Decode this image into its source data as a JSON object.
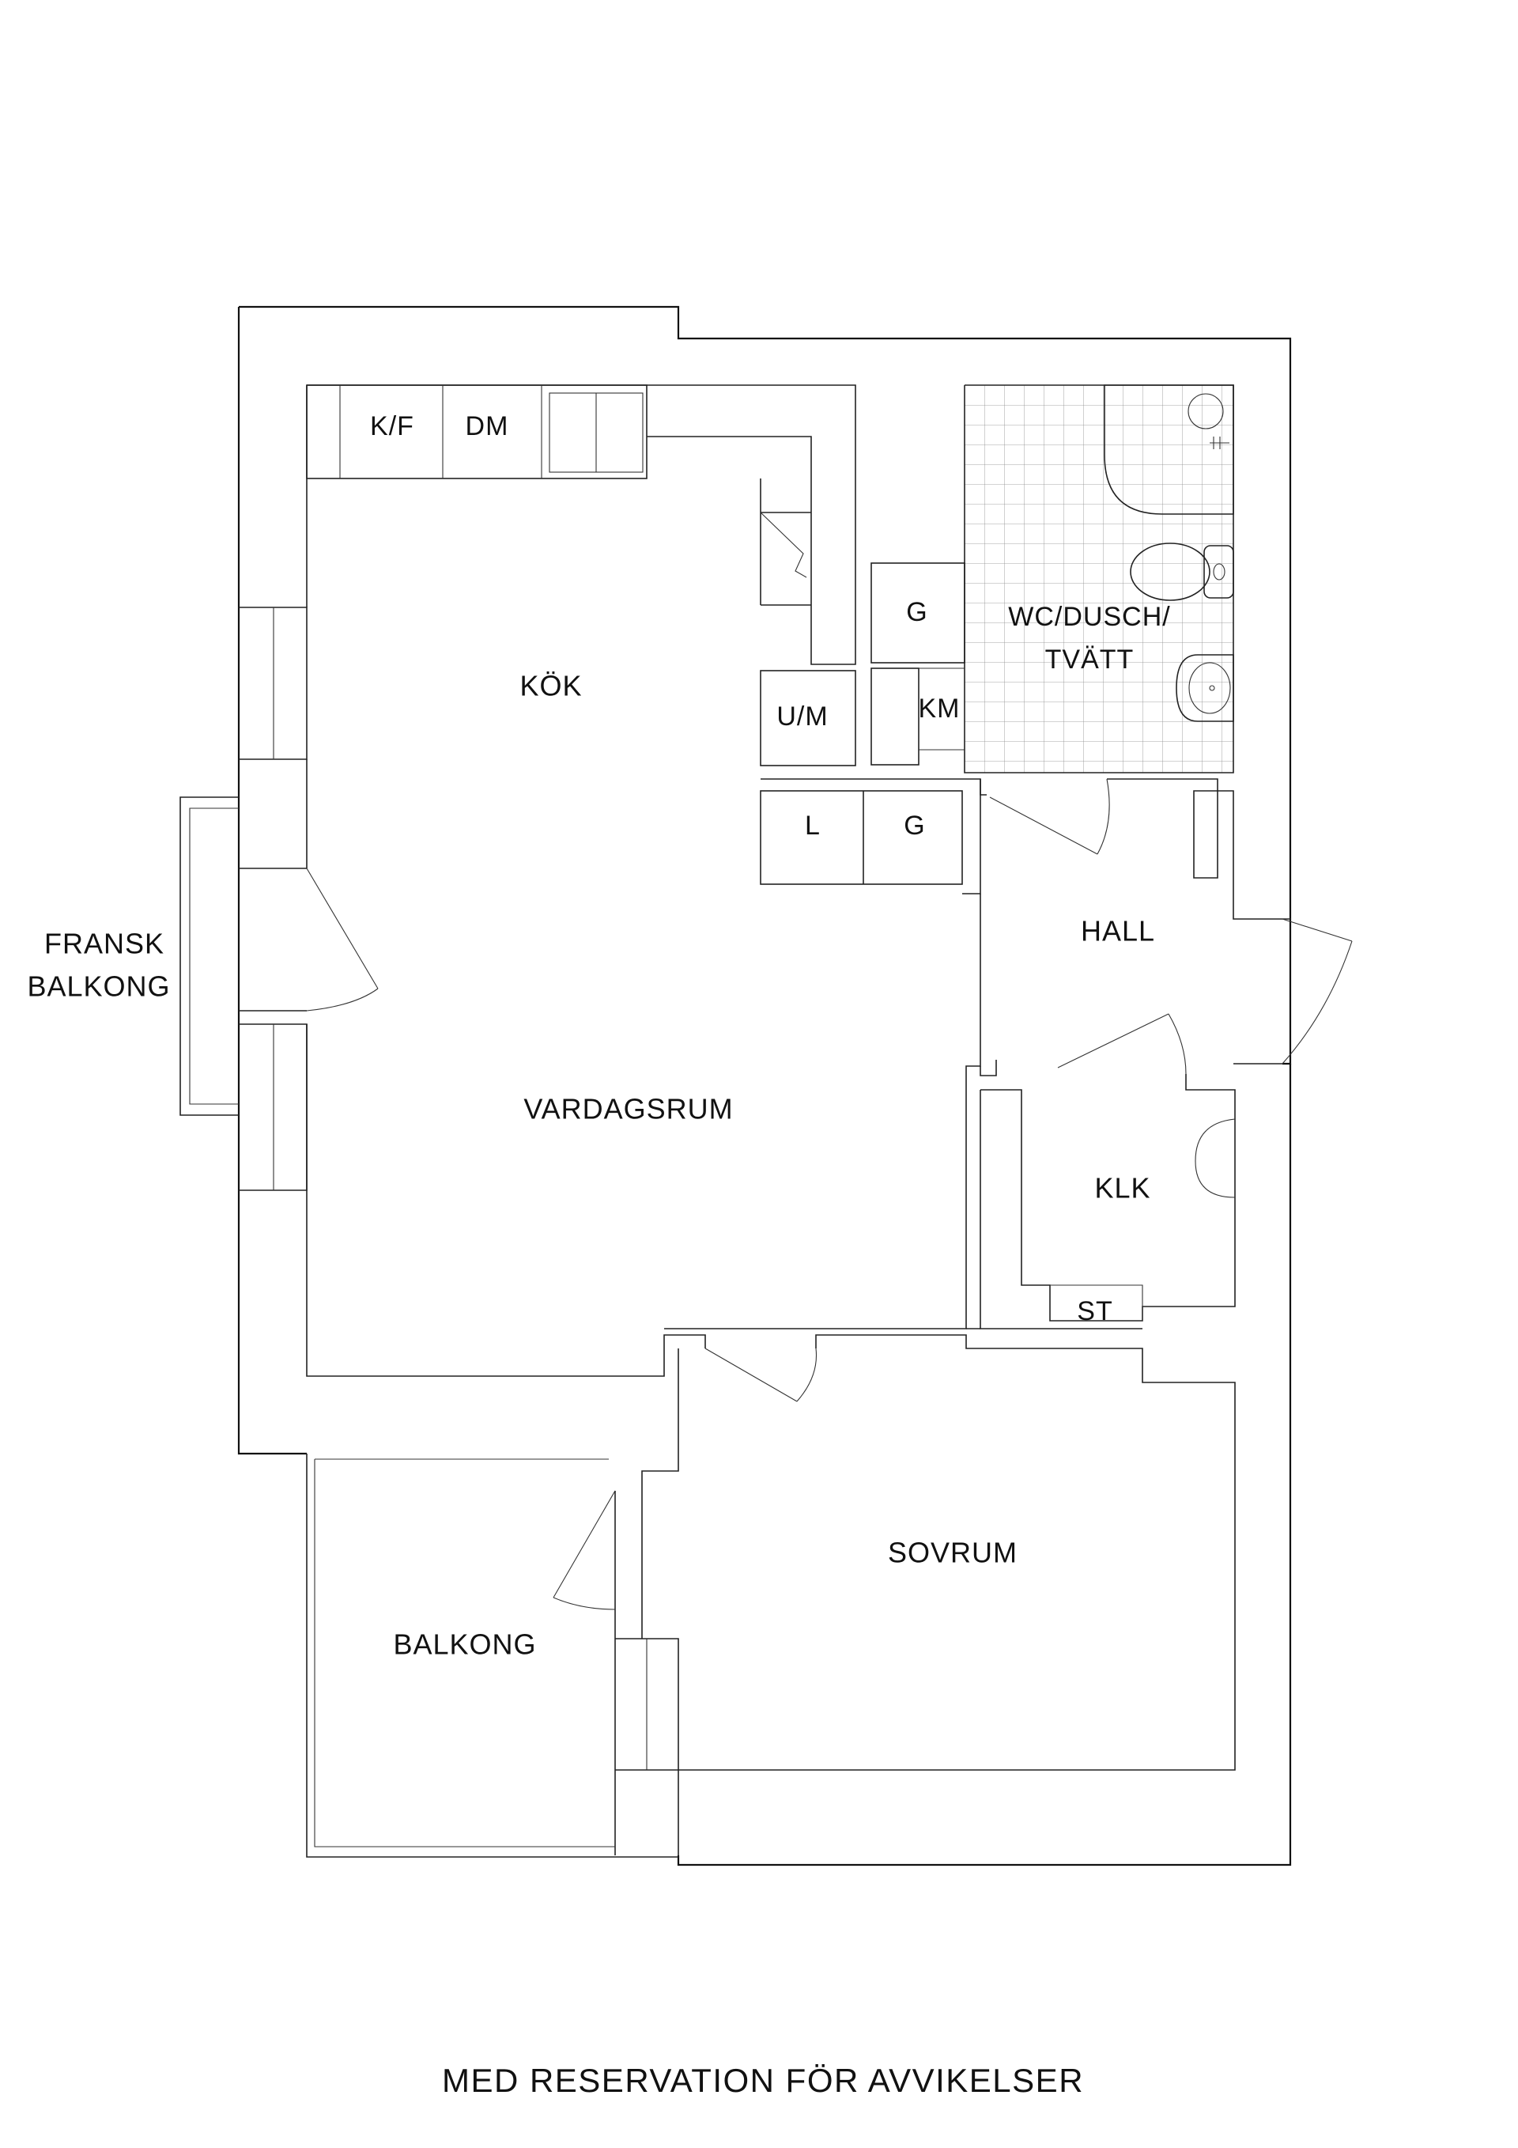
{
  "rooms": {
    "kitchen_fridge": "K/F",
    "dishwasher": "DM",
    "kitchen": "KÖK",
    "oven_micro": "U/M",
    "wardrobe_g1": "G",
    "wc": "WC/DUSCH/",
    "wc_line2": "TVÄTT",
    "washer": "KM",
    "linen": "L",
    "wardrobe_g2": "G",
    "hall": "HALL",
    "french_balcony_1": "FRANSK",
    "french_balcony_2": "BALKONG",
    "living_room": "VARDAGSRUM",
    "closet": "KLK",
    "storage": "ST",
    "bedroom": "SOVRUM",
    "balcony": "BALKONG"
  },
  "footer": {
    "disclaimer": "MED RESERVATION FÖR AVVIKELSER"
  }
}
